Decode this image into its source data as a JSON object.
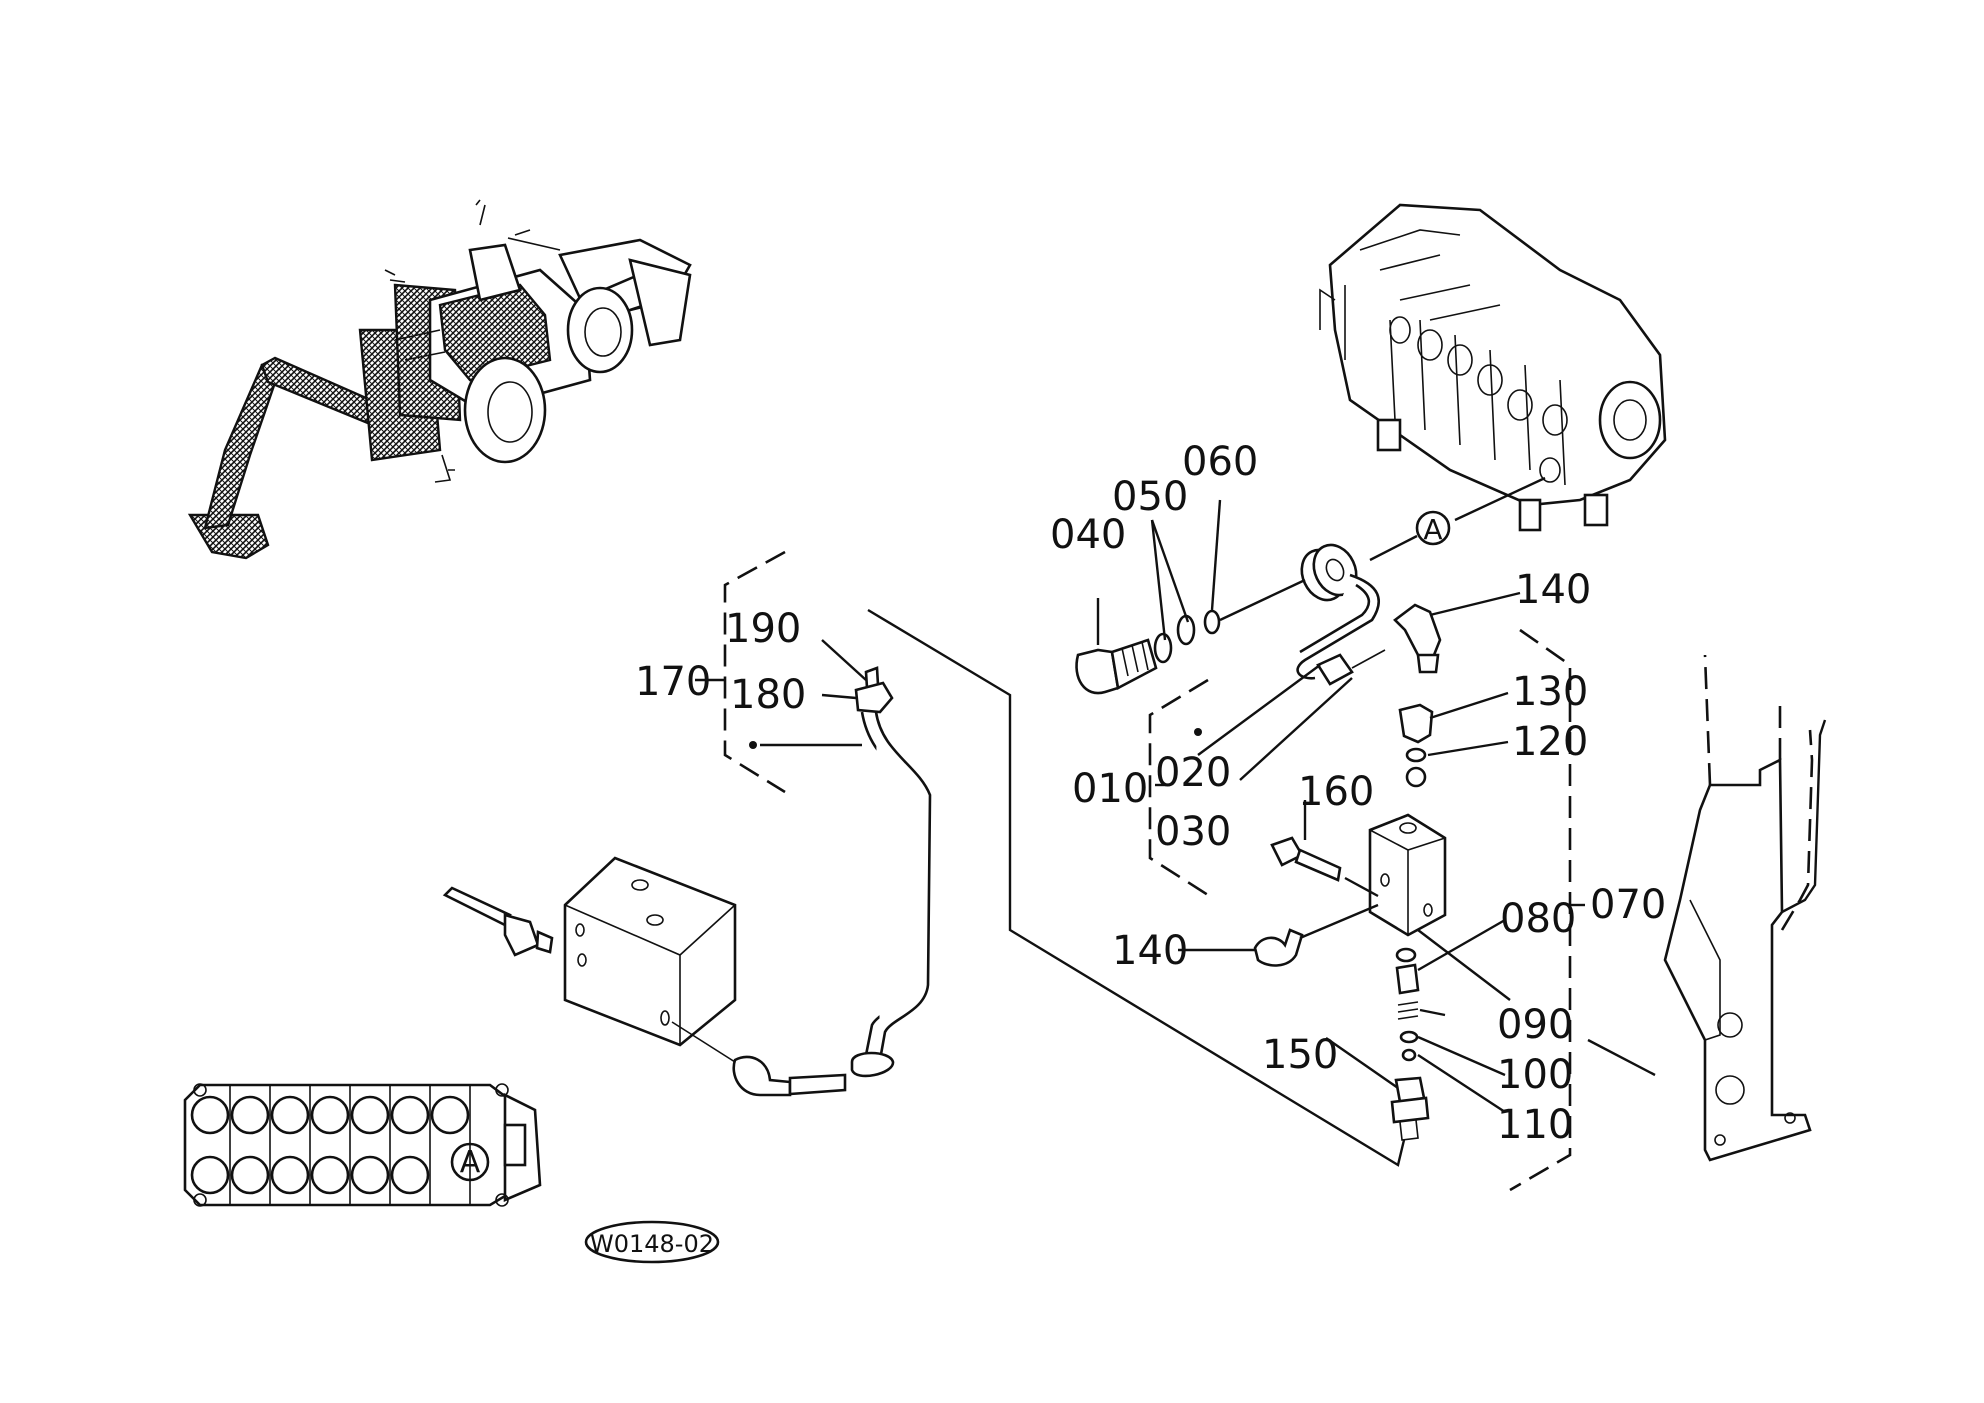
{
  "drawing_code": "W0148-02",
  "view_marker": "A",
  "parts": [
    {
      "label": "010"
    },
    {
      "label": "020"
    },
    {
      "label": "030"
    },
    {
      "label": "040"
    },
    {
      "label": "050"
    },
    {
      "label": "060"
    },
    {
      "label": "070"
    },
    {
      "label": "080"
    },
    {
      "label": "090"
    },
    {
      "label": "100"
    },
    {
      "label": "110"
    },
    {
      "label": "120"
    },
    {
      "label": "130"
    },
    {
      "label": "140"
    },
    {
      "label": "140"
    },
    {
      "label": "150"
    },
    {
      "label": "160"
    },
    {
      "label": "170"
    },
    {
      "label": "180"
    },
    {
      "label": "190"
    }
  ]
}
